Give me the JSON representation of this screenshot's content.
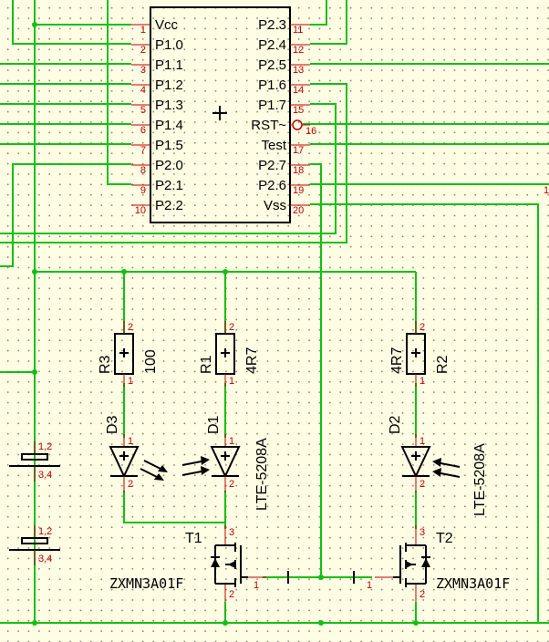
{
  "ic": {
    "left_pins": [
      {
        "num": "1",
        "name": "Vcc"
      },
      {
        "num": "2",
        "name": "P1.0"
      },
      {
        "num": "3",
        "name": "P1.1"
      },
      {
        "num": "4",
        "name": "P1.2"
      },
      {
        "num": "5",
        "name": "P1.3"
      },
      {
        "num": "6",
        "name": "P1.4"
      },
      {
        "num": "7",
        "name": "P1.5"
      },
      {
        "num": "8",
        "name": "P2.0"
      },
      {
        "num": "9",
        "name": "P2.1"
      },
      {
        "num": "10",
        "name": "P2.2"
      }
    ],
    "right_pins": [
      {
        "num": "11",
        "name": "P2.3"
      },
      {
        "num": "12",
        "name": "P2.4"
      },
      {
        "num": "13",
        "name": "P2.5"
      },
      {
        "num": "14",
        "name": "P1.6"
      },
      {
        "num": "15",
        "name": "P1.7"
      },
      {
        "num": "16",
        "name": "RST~"
      },
      {
        "num": "17",
        "name": "Test"
      },
      {
        "num": "18",
        "name": "P2.7"
      },
      {
        "num": "19",
        "name": "P2.6"
      },
      {
        "num": "20",
        "name": "Vss"
      }
    ]
  },
  "edge_label": "1",
  "resistors": {
    "r3": {
      "ref": "R3",
      "value": "100",
      "pin_top": "2",
      "pin_bottom": "1"
    },
    "r1": {
      "ref": "R1",
      "value": "4R7",
      "pin_top": "2",
      "pin_bottom": "1"
    },
    "r2": {
      "ref": "R2",
      "value": "4R7",
      "pin_top": "2",
      "pin_bottom": "1"
    }
  },
  "diodes": {
    "d3": {
      "ref": "D3",
      "pin_top": "1",
      "pin_bottom": "2"
    },
    "d1": {
      "ref": "D1",
      "part": "LTE-5208A",
      "pin_top": "1",
      "pin_bottom": "2"
    },
    "d2": {
      "ref": "D2",
      "part": "LTE-5208A",
      "pin_top": "1",
      "pin_bottom": "2"
    }
  },
  "capacitors": {
    "c_top": {
      "pin_top": "1,2",
      "pin_bottom": "3,4"
    },
    "c_bottom": {
      "pin_top": "1,2",
      "pin_bottom": "3,4"
    }
  },
  "transistors": {
    "t1": {
      "ref": "T1",
      "part": "ZXMN3A01F",
      "pin_drain": "3",
      "pin_gate": "1",
      "pin_source": "2"
    },
    "t2": {
      "ref": "T2",
      "part": "ZXMN3A01F",
      "pin_drain": "3",
      "pin_gate": "1",
      "pin_source": "2"
    }
  }
}
